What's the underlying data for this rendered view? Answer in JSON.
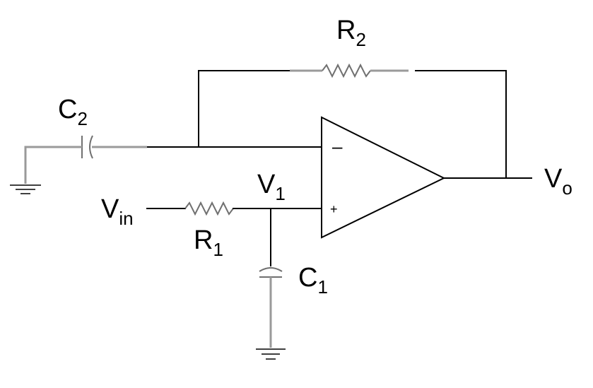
{
  "labels": {
    "r2": {
      "main": "R",
      "sub": "2"
    },
    "c2": {
      "main": "C",
      "sub": "2"
    },
    "v1": {
      "main": "V",
      "sub": "1"
    },
    "vo": {
      "main": "V",
      "sub": "o"
    },
    "vin": {
      "main": "V",
      "sub": "in"
    },
    "r1": {
      "main": "R",
      "sub": "1"
    },
    "c1": {
      "main": "C",
      "sub": "1"
    }
  },
  "opamp": {
    "inverting_sign": "–",
    "noninverting_sign": "+"
  },
  "colors": {
    "wire": "#000000",
    "component": "#9a9a9a",
    "background": "#ffffff"
  }
}
